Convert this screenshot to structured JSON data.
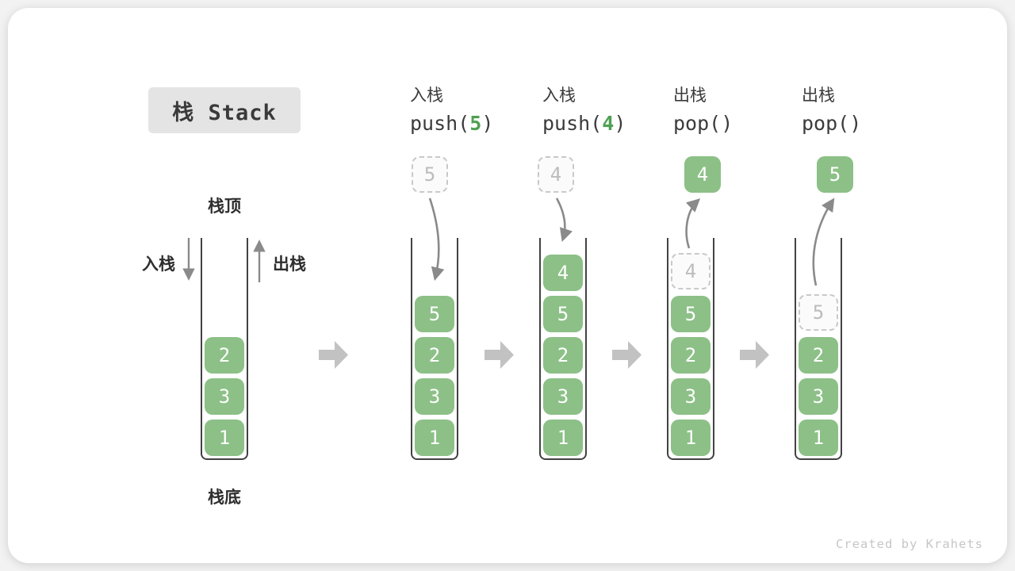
{
  "title": "栈 Stack",
  "watermark": "Created by Krahets",
  "colors": {
    "cell_green": "#8cc087",
    "arg_green": "#4fa052",
    "curve_arrow_gray": "#8a8a8a",
    "block_arrow_gray": "#c2c2c2",
    "dashed_border_gray": "#c9c9c9",
    "title_box_bg": "#e4e4e4"
  },
  "labels": {
    "stack_top": "栈顶",
    "stack_bottom": "栈底",
    "push_side": "入栈",
    "pop_side": "出栈"
  },
  "operations": [
    {
      "name": "入栈",
      "call_pre": "push(",
      "arg": "5",
      "call_post": ")"
    },
    {
      "name": "入栈",
      "call_pre": "push(",
      "arg": "4",
      "call_post": ")"
    },
    {
      "name": "出栈",
      "call_pre": "pop(",
      "arg": "",
      "call_post": ")"
    },
    {
      "name": "出栈",
      "call_pre": "pop(",
      "arg": "",
      "call_post": ")"
    }
  ],
  "floating_cells": [
    {
      "value": "5",
      "variant": "dashed"
    },
    {
      "value": "4",
      "variant": "dashed"
    },
    {
      "value": "4",
      "variant": "solid"
    },
    {
      "value": "5",
      "variant": "solid"
    }
  ],
  "stacks": [
    {
      "cells": [
        {
          "value": "2",
          "variant": "solid"
        },
        {
          "value": "3",
          "variant": "solid"
        },
        {
          "value": "1",
          "variant": "solid"
        }
      ]
    },
    {
      "cells": [
        {
          "value": "5",
          "variant": "solid"
        },
        {
          "value": "2",
          "variant": "solid"
        },
        {
          "value": "3",
          "variant": "solid"
        },
        {
          "value": "1",
          "variant": "solid"
        }
      ]
    },
    {
      "cells": [
        {
          "value": "4",
          "variant": "solid"
        },
        {
          "value": "5",
          "variant": "solid"
        },
        {
          "value": "2",
          "variant": "solid"
        },
        {
          "value": "3",
          "variant": "solid"
        },
        {
          "value": "1",
          "variant": "solid"
        }
      ]
    },
    {
      "cells": [
        {
          "value": "4",
          "variant": "dashed"
        },
        {
          "value": "5",
          "variant": "solid"
        },
        {
          "value": "2",
          "variant": "solid"
        },
        {
          "value": "3",
          "variant": "solid"
        },
        {
          "value": "1",
          "variant": "solid"
        }
      ]
    },
    {
      "cells": [
        {
          "value": "5",
          "variant": "dashed"
        },
        {
          "value": "2",
          "variant": "solid"
        },
        {
          "value": "3",
          "variant": "solid"
        },
        {
          "value": "1",
          "variant": "solid"
        }
      ]
    }
  ]
}
